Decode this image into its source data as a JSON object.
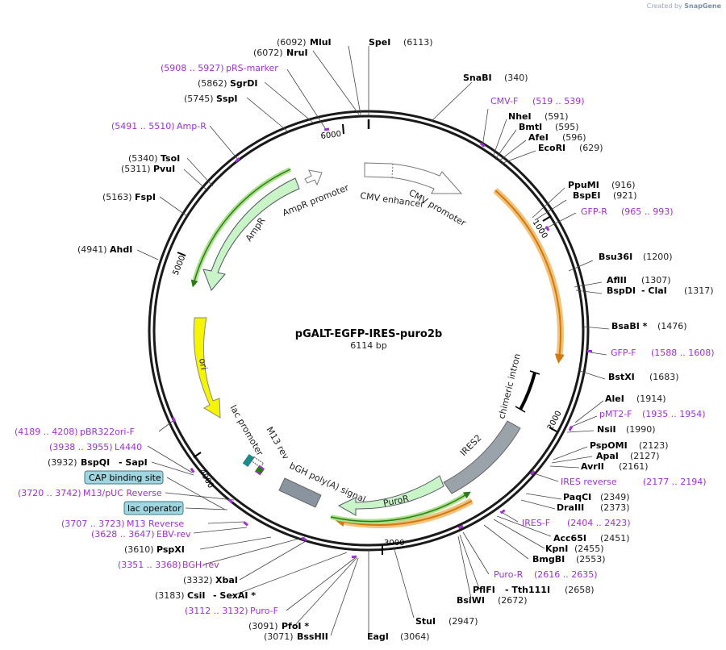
{
  "credit": "Created by",
  "credit_brand": "SnapGene",
  "plasmid": {
    "name": "pGALT-EGFP-IRES-puro2b",
    "length_label": "6114 bp",
    "length": 6114
  },
  "ticks": [
    "1000",
    "2000",
    "3000",
    "4000",
    "5000",
    "6000"
  ],
  "colors": {
    "primer": "#a02fd8",
    "ampr": "#c8f4c8",
    "ori": "#f5f500",
    "bgh": "#8a949e",
    "ires": "#9aa2aa",
    "puro": "#c8f4c8",
    "orange": "#f0b060",
    "promoter": "#ffffff"
  },
  "features": [
    {
      "id": "cmv-enhancer",
      "label": "CMV enhancer"
    },
    {
      "id": "cmv-promoter",
      "label": "CMV promoter"
    },
    {
      "id": "ampr",
      "label": "AmpR"
    },
    {
      "id": "ampr-promoter",
      "label": "AmpR promoter"
    },
    {
      "id": "ori",
      "label": "ori"
    },
    {
      "id": "lac-promoter",
      "label": "lac promoter"
    },
    {
      "id": "m13-rev",
      "label": "M13 rev"
    },
    {
      "id": "bgh",
      "label": "bGH poly(A) signal"
    },
    {
      "id": "puror",
      "label": "PuroR"
    },
    {
      "id": "ires2",
      "label": "IRES2"
    },
    {
      "id": "chimeric-intron",
      "label": "chimeric intron"
    }
  ],
  "right_labels": [
    {
      "enzyme": "SpeI",
      "pos": "(6113)"
    },
    {
      "enzyme": "SnaBI",
      "pos": "(340)"
    },
    {
      "primer": "CMV-F",
      "pos": "(519 .. 539)"
    },
    {
      "enzyme": "NheI",
      "pos": "(591)"
    },
    {
      "enzyme": "BmtI",
      "pos": "(595)"
    },
    {
      "enzyme": "AfeI",
      "pos": "(596)"
    },
    {
      "enzyme": "EcoRI",
      "pos": "(629)"
    },
    {
      "enzyme": "PpuMI",
      "pos": "(916)"
    },
    {
      "enzyme": "BspEI",
      "pos": "(921)"
    },
    {
      "primer": "GFP-R",
      "pos": "(965 .. 993)"
    },
    {
      "enzyme": "Bsu36I",
      "pos": "(1200)"
    },
    {
      "enzyme": "AflII",
      "pos": "(1307)"
    },
    {
      "enzyme": "BspDI",
      "enzyme2": "- ClaI",
      "pos": "(1317)"
    },
    {
      "enzyme": "BsaBI *",
      "pos": "(1476)"
    },
    {
      "primer": "GFP-F",
      "pos": "(1588 .. 1608)"
    },
    {
      "enzyme": "BstXI",
      "pos": "(1683)"
    },
    {
      "enzyme": "AleI",
      "pos": "(1914)"
    },
    {
      "primer": "pMT2-F",
      "pos": "(1935 .. 1954)"
    },
    {
      "enzyme": "NsiI",
      "pos": "(1990)"
    },
    {
      "enzyme": "PspOMI",
      "pos": "(2123)"
    },
    {
      "enzyme": "ApaI",
      "pos": "(2127)"
    },
    {
      "enzyme": "AvrII",
      "pos": "(2161)"
    },
    {
      "primer": "IRES reverse",
      "pos": "(2177 .. 2194)"
    },
    {
      "enzyme": "PaqCI",
      "pos": "(2349)"
    },
    {
      "enzyme": "DraIII",
      "pos": "(2373)"
    },
    {
      "primer": "IRES-F",
      "pos": "(2404 .. 2423)"
    },
    {
      "enzyme": "Acc65I",
      "pos": "(2451)"
    },
    {
      "enzyme": "KpnI",
      "pos": "(2455)"
    },
    {
      "enzyme": "BmgBI",
      "pos": "(2553)"
    },
    {
      "primer": "Puro-R",
      "pos": "(2616 .. 2635)"
    },
    {
      "enzyme": "PflFI",
      "enzyme2": "- Tth111I",
      "pos": "(2658)"
    },
    {
      "enzyme": "BsiWI",
      "pos": "(2672)"
    },
    {
      "enzyme": "StuI",
      "pos": "(2947)"
    },
    {
      "enzyme": "EagI",
      "pos": "(3064)"
    }
  ],
  "left_labels": [
    {
      "enzyme": "MluI",
      "pos": "(6092)"
    },
    {
      "enzyme": "NruI",
      "pos": "(6072)"
    },
    {
      "primer": "pRS-marker",
      "pos": "(5908 .. 5927)"
    },
    {
      "enzyme": "SgrDI",
      "pos": "(5862)"
    },
    {
      "enzyme": "SspI",
      "pos": "(5745)"
    },
    {
      "primer": "Amp-R",
      "pos": "(5491 .. 5510)"
    },
    {
      "enzyme": "TsoI",
      "pos": "(5340)"
    },
    {
      "enzyme": "PvuI",
      "pos": "(5311)"
    },
    {
      "enzyme": "FspI",
      "pos": "(5163)"
    },
    {
      "enzyme": "AhdI",
      "pos": "(4941)"
    },
    {
      "primer": "pBR322ori-F",
      "pos": "(4189 .. 4208)"
    },
    {
      "primer": "L4440",
      "pos": "(3938 .. 3955)"
    },
    {
      "enzyme": "BspQI",
      "enzyme2": "- SapI",
      "pos": "(3932)"
    },
    {
      "box": "CAP binding site"
    },
    {
      "primer": "M13/pUC Reverse",
      "pos": "(3720 .. 3742)"
    },
    {
      "box": "lac operator"
    },
    {
      "primer": "M13 Reverse",
      "pos": "(3707 .. 3723)"
    },
    {
      "primer": "EBV-rev",
      "pos": "(3628 .. 3647)"
    },
    {
      "enzyme": "PspXI",
      "pos": "(3610)"
    },
    {
      "primer": "BGH-rev",
      "pos": "(3351 .. 3368)"
    },
    {
      "enzyme": "XbaI",
      "pos": "(3332)"
    },
    {
      "enzyme": "CsiI",
      "enzyme2": "- SexAI *",
      "pos": "(3183)"
    },
    {
      "primer": "Puro-F",
      "pos": "(3112 .. 3132)"
    },
    {
      "enzyme": "PfoI *",
      "pos": "(3091)"
    },
    {
      "enzyme": "BssHII",
      "pos": "(3071)"
    }
  ]
}
